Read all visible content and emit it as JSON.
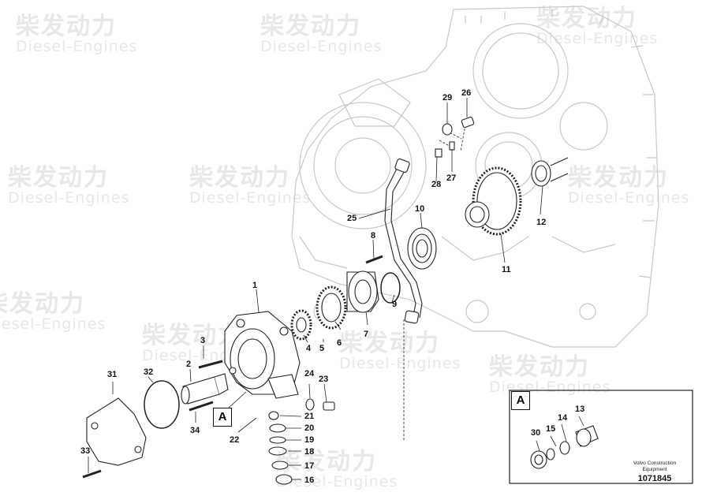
{
  "watermark": {
    "cn": "柴发动力",
    "en": "Diesel-Engines"
  },
  "detail_label_main": "A",
  "detail_label_inset": "A",
  "part_numbers": [
    "1",
    "2",
    "3",
    "4",
    "5",
    "6",
    "7",
    "8",
    "9",
    "10",
    "11",
    "12",
    "13",
    "14",
    "15",
    "16",
    "17",
    "18",
    "19",
    "20",
    "21",
    "22",
    "23",
    "24",
    "25",
    "26",
    "27",
    "28",
    "29",
    "30",
    "31",
    "32",
    "33",
    "34"
  ],
  "credit_line1": "Volvo Construction",
  "credit_line2": "Equipment",
  "document_number": "1071845"
}
